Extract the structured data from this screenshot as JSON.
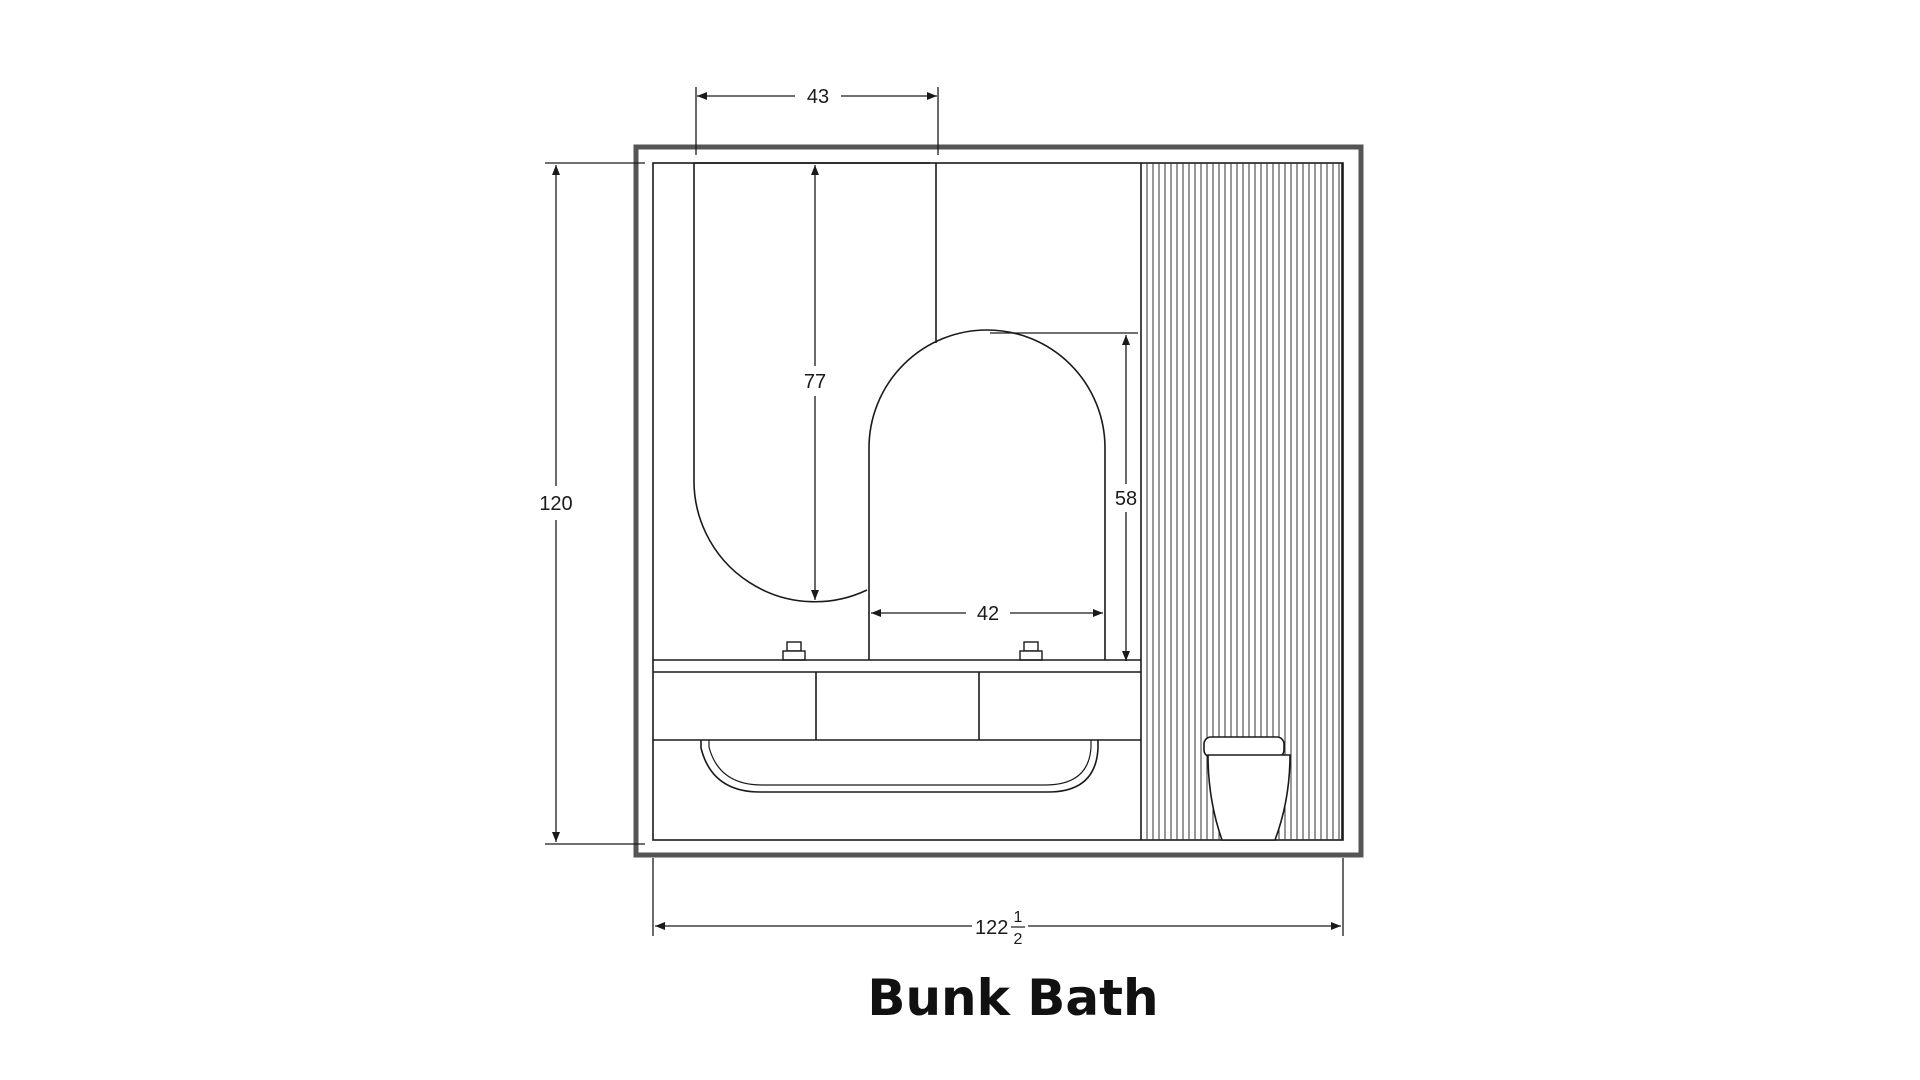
{
  "drawing": {
    "title": "Bunk Bath",
    "colors": {
      "line": "#1a1a1a",
      "frame": "#555555",
      "background": "#ffffff"
    },
    "dimensions": {
      "mirror_left_width": "43",
      "mirror_left_height": "77",
      "overall_height": "120",
      "mirror_right_height": "58",
      "mirror_right_width": "42",
      "overall_width_whole": "122",
      "overall_width_numerator": "1",
      "overall_width_denominator": "2"
    }
  }
}
